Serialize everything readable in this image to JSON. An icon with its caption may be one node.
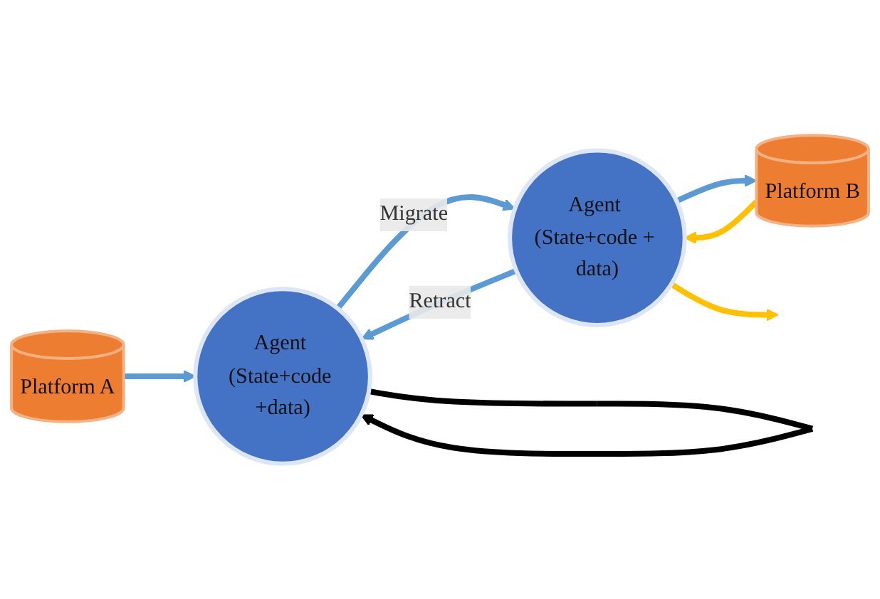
{
  "diagram": {
    "nodes": [
      {
        "text": [
          "Agent (State+code +data)"
        ]
      },
      {
        "text": [
          "Agent (State+code + data)"
        ]
      },
      {
        "text": [
          "Platform A"
        ]
      },
      {
        "text": [
          "Platform B"
        ]
      }
    ],
    "edges": [
      {
        "from": 0,
        "to": 1,
        "arrow": "to",
        "label": "Migrate"
      },
      {
        "from": 1,
        "to": 0,
        "arrow": "to",
        "label": "Retract"
      },
      {
        "from": 2,
        "to": 0,
        "arrow": "to"
      },
      {
        "from": 1,
        "to": 3,
        "arrow": "to"
      },
      {
        "from": 3,
        "to": 1,
        "arrow": "to",
        "color": "#ffc000"
      },
      {
        "from": 0,
        "to": 0,
        "arrow": "to",
        "color": "#000000"
      },
      {
        "from": 1,
        "to": null,
        "arrow": "to",
        "color": "#ffc000"
      }
    ]
  }
}
